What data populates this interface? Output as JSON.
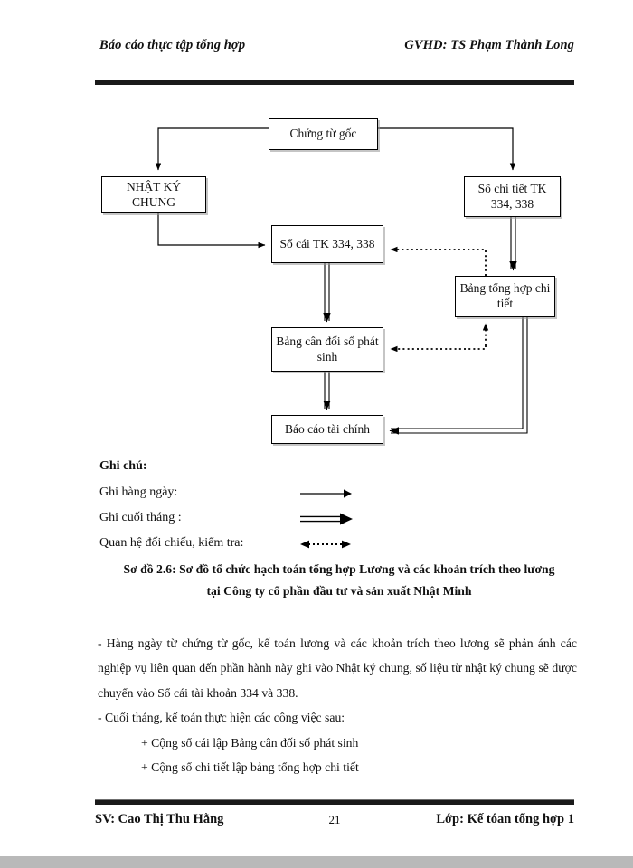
{
  "header": {
    "left": "Báo cáo thực tập tổng hợp",
    "right": "GVHD: TS Phạm Thành Long"
  },
  "diagram": {
    "boxes": {
      "chung_tu_goc": "Chứng từ gốc",
      "nhat_ky_chung": "NHẬT KÝ CHUNG",
      "so_chi_tiet": "Sổ chi tiết TK 334, 338",
      "so_cai": "Sổ cái TK 334, 338",
      "bang_tong_hop": "Bảng tổng hợp chi tiết",
      "bang_can_doi": "Bảng cân đối số phát sinh",
      "bao_cao_tai_chinh": "Báo cáo tài chính"
    }
  },
  "legend": {
    "title": "Ghi chú:",
    "rows": [
      {
        "label": "Ghi hàng ngày:",
        "art": "single-arrow"
      },
      {
        "label": "Ghi cuối tháng :",
        "art": "double-line-arrow"
      },
      {
        "label": "Quan hệ đối chiếu, kiểm tra:",
        "art": "dotted-double-headed-arrow"
      }
    ]
  },
  "caption": {
    "line1": "Sơ đồ 2.6: Sơ đồ tổ chức hạch toán tổng hợp Lương và các khoản trích theo lương",
    "line2": "tại Công ty cổ phần đầu tư và sản xuất Nhật Minh"
  },
  "body": {
    "para1": "- Hàng ngày từ chứng từ gốc, kế toán lương và các khoản trích theo lương sẽ phản ánh các nghiệp vụ liên quan đến phần hành này ghi vào Nhật ký chung, số liệu từ nhật ký chung sẽ được chuyển vào Sổ cái tài khoản 334 và 338.",
    "para2": "- Cuối tháng, kế toán thực hiện các công việc sau:",
    "bullet1": "+ Cộng sổ cái lập Bảng cân đối số phát sinh",
    "bullet2": "+ Cộng sổ chi tiết lập bảng tổng hợp chi tiết"
  },
  "footer": {
    "left": "SV: Cao Thị Thu Hằng",
    "page_number": "21",
    "right": "Lớp: Kế tóan tổng hợp 1"
  }
}
